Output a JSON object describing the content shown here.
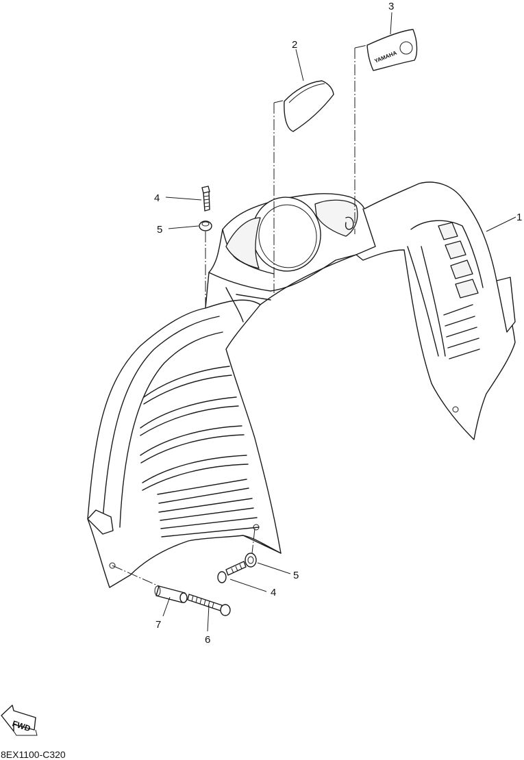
{
  "callouts": [
    "1",
    "2",
    "3",
    "4",
    "5",
    "4",
    "5",
    "6",
    "7"
  ],
  "decal_logo": "YAMAHA",
  "fwd_label": "FWD",
  "drawing_code": "8EX1100-C320"
}
